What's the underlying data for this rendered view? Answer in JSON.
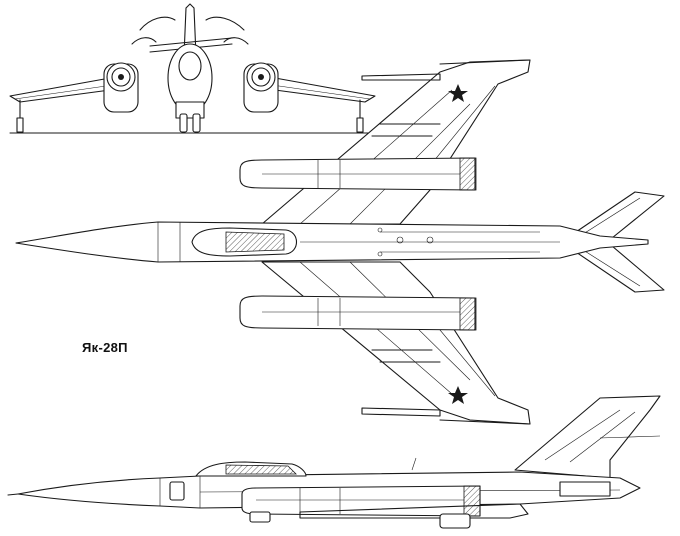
{
  "drawing": {
    "designation": "Як-28П"
  },
  "views": [
    "front-view",
    "plan-view",
    "side-view"
  ]
}
